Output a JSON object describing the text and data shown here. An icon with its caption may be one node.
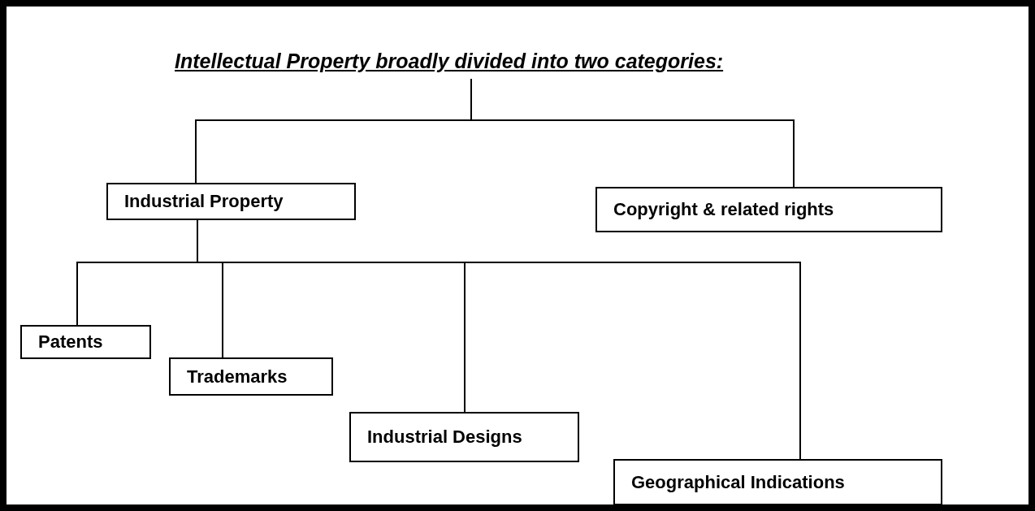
{
  "diagram": {
    "nodes": [
      {
        "text": [
          "Intellectual Property broadly divided into two categories:"
        ]
      },
      {
        "text": [
          "Industrial Property"
        ]
      },
      {
        "text": [
          "Copyright & related rights"
        ]
      },
      {
        "text": [
          "Patents"
        ]
      },
      {
        "text": [
          "Trademarks"
        ]
      },
      {
        "text": [
          "Industrial Designs"
        ]
      },
      {
        "text": [
          "Geographical Indications"
        ]
      }
    ],
    "edges": [
      {
        "from": 0,
        "to": 1,
        "arrow": "none"
      },
      {
        "from": 0,
        "to": 2,
        "arrow": "none"
      },
      {
        "from": 1,
        "to": 3,
        "arrow": "none"
      },
      {
        "from": 1,
        "to": 4,
        "arrow": "none"
      },
      {
        "from": 1,
        "to": 5,
        "arrow": "none"
      },
      {
        "from": 1,
        "to": 6,
        "arrow": "none"
      }
    ]
  }
}
